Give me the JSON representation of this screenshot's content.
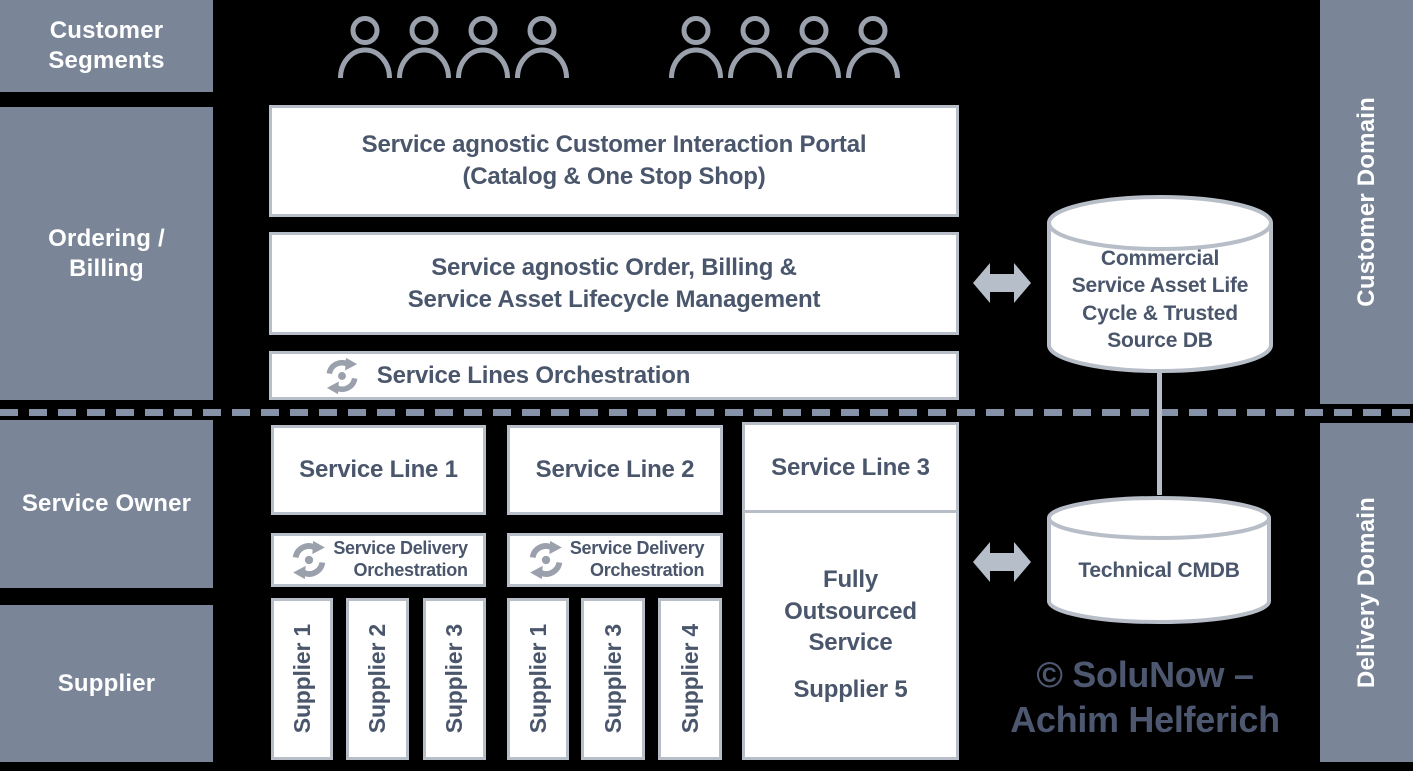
{
  "colors": {
    "background": "#000000",
    "band_fill": "#7A8698",
    "box_border": "#B7BEC8",
    "box_text": "#4A566B",
    "icon_gray": "#9AA1AC",
    "arrow_gray": "#B5BEC9",
    "dash_gray": "#8692A7",
    "copyright_text": "#4D5870"
  },
  "left_bands": [
    {
      "lines": [
        "Customer",
        "Segments"
      ]
    },
    {
      "lines": [
        "Ordering /",
        "Billing"
      ]
    },
    {
      "lines": [
        "Service Owner"
      ]
    },
    {
      "lines": [
        "Supplier"
      ]
    }
  ],
  "right_bands": [
    {
      "label": "Customer Domain"
    },
    {
      "label": "Delivery Domain"
    }
  ],
  "people": {
    "group1_count": 4,
    "group2_count": 4
  },
  "main": {
    "portal": {
      "lines": [
        "Service agnostic Customer Interaction Portal",
        "(Catalog & One Stop Shop)"
      ]
    },
    "order": {
      "lines": [
        "Service agnostic Order, Billing &",
        "Service Asset Lifecycle Management"
      ]
    },
    "orchestration": {
      "label": "Service Lines Orchestration"
    },
    "service_lines": [
      "Service Line 1",
      "Service Line 2",
      "Service Line 3"
    ],
    "sdo": {
      "lines": [
        "Service Delivery",
        "Orchestration"
      ]
    },
    "suppliers_left": [
      "Supplier 1",
      "Supplier 2",
      "Supplier 3"
    ],
    "suppliers_right": [
      "Supplier 1",
      "Supplier 3",
      "Supplier 4"
    ],
    "outsourced": {
      "text": "Fully Outsourced Service",
      "supplier": "Supplier 5"
    }
  },
  "databases": {
    "commercial": {
      "lines": [
        "Commercial",
        "Service Asset Life",
        "Cycle & Trusted",
        "Source DB"
      ]
    },
    "technical": {
      "label": "Technical CMDB"
    }
  },
  "copyright": {
    "lines": [
      "© SoluNow –",
      "Achim Helferich"
    ]
  }
}
